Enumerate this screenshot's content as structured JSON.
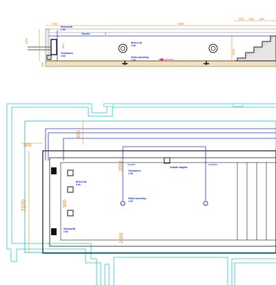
{
  "section": {
    "labels": {
      "skimmer": "Skimmerfal",
      "skimmer_qty": "2 db",
      "water_level": "Vizszint",
      "level_marker": "1",
      "inlet_wall": "Befuvo fal",
      "inlet_wall_qty": "4 db",
      "return": "Visszaszivo",
      "return_qty": "2 db",
      "floor_drain": "Padlo osszefolyo",
      "floor_drain_qty": "1 db"
    },
    "dims": {
      "top_left": "300",
      "overall": "5000",
      "stair_steps": [
        "300",
        "300",
        "300"
      ],
      "depth_left": "1200",
      "depth_mid": "900",
      "base": "200",
      "depth_right": "3500"
    }
  },
  "plan": {
    "labels": {
      "return_top": "Visszaszivo",
      "return_top_qty": "2 db",
      "inlet_wall": "Befuvo fal",
      "inlet_wall_qty": "4 db",
      "floor_drain": "Padlo osszefolyo",
      "floor_drain_qty": "2 db",
      "skimmer": "Skimmerfal",
      "skimmer_qty": "2 db",
      "light": "Vizalatti vilagitas"
    },
    "dims": {
      "left_offset": "900",
      "top_offset": "950",
      "width": "3100",
      "inner": "900",
      "shaft": "2000",
      "bottom": "2000"
    }
  }
}
